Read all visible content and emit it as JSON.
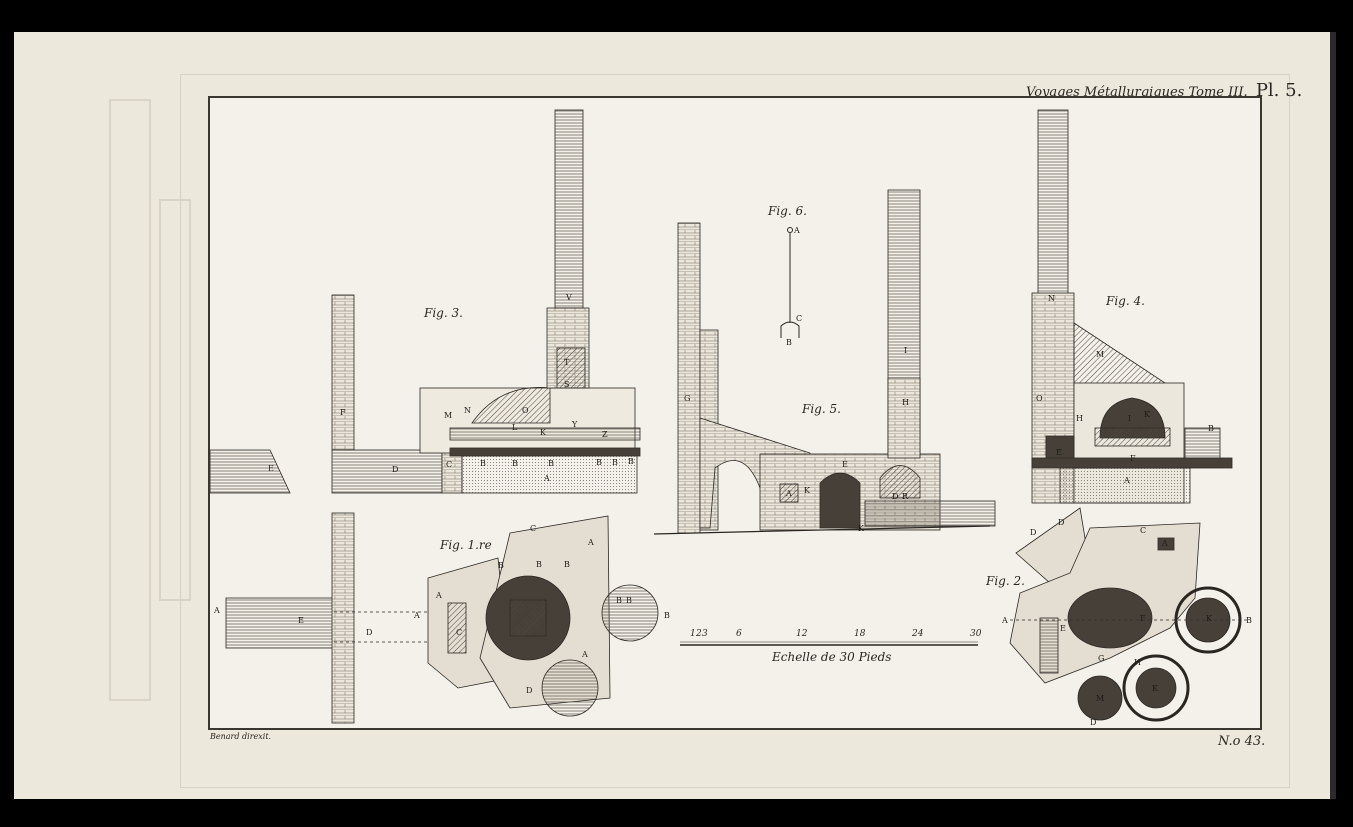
{
  "header": {
    "title": "Voyages Métallurgiques Tome III.",
    "plate": "Pl. 5."
  },
  "footer": {
    "engraver": "Benard direxit.",
    "plate_number": "N.o 43."
  },
  "figures": {
    "fig1": "Fig. 1.re",
    "fig2": "Fig. 2.",
    "fig3": "Fig. 3.",
    "fig4": "Fig. 4.",
    "fig5": "Fig. 5.",
    "fig6": "Fig. 6."
  },
  "scale": {
    "caption": "Echelle de 30 Pieds",
    "ticks": [
      "1",
      "2",
      "3",
      "6",
      "12",
      "18",
      "24",
      "30"
    ]
  },
  "labels": {
    "fig3": [
      "F",
      "D",
      "E",
      "C",
      "A",
      "B",
      "B",
      "B",
      "B",
      "B",
      "B",
      "M",
      "N",
      "O",
      "L",
      "K",
      "T",
      "S",
      "V",
      "Y",
      "Z"
    ],
    "fig1": [
      "A",
      "E",
      "D",
      "A",
      "C",
      "C",
      "B",
      "B",
      "B",
      "A",
      "A",
      "B",
      "B",
      "B",
      "D",
      "A"
    ],
    "fig5": [
      "G",
      "A",
      "E",
      "I",
      "H",
      "K",
      "K",
      "D",
      "R"
    ],
    "fig6": [
      "A",
      "C",
      "B"
    ],
    "fig4": [
      "N",
      "M",
      "O",
      "A",
      "I",
      "K",
      "H",
      "E",
      "F",
      "B"
    ],
    "fig2": [
      "D",
      "D",
      "C",
      "A",
      "A",
      "E",
      "F",
      "B",
      "K",
      "G",
      "H",
      "M",
      "K",
      "D"
    ]
  },
  "colors": {
    "paper": "#ede8dc",
    "plate": "#f4f1ea",
    "ink": "#2a2622"
  }
}
